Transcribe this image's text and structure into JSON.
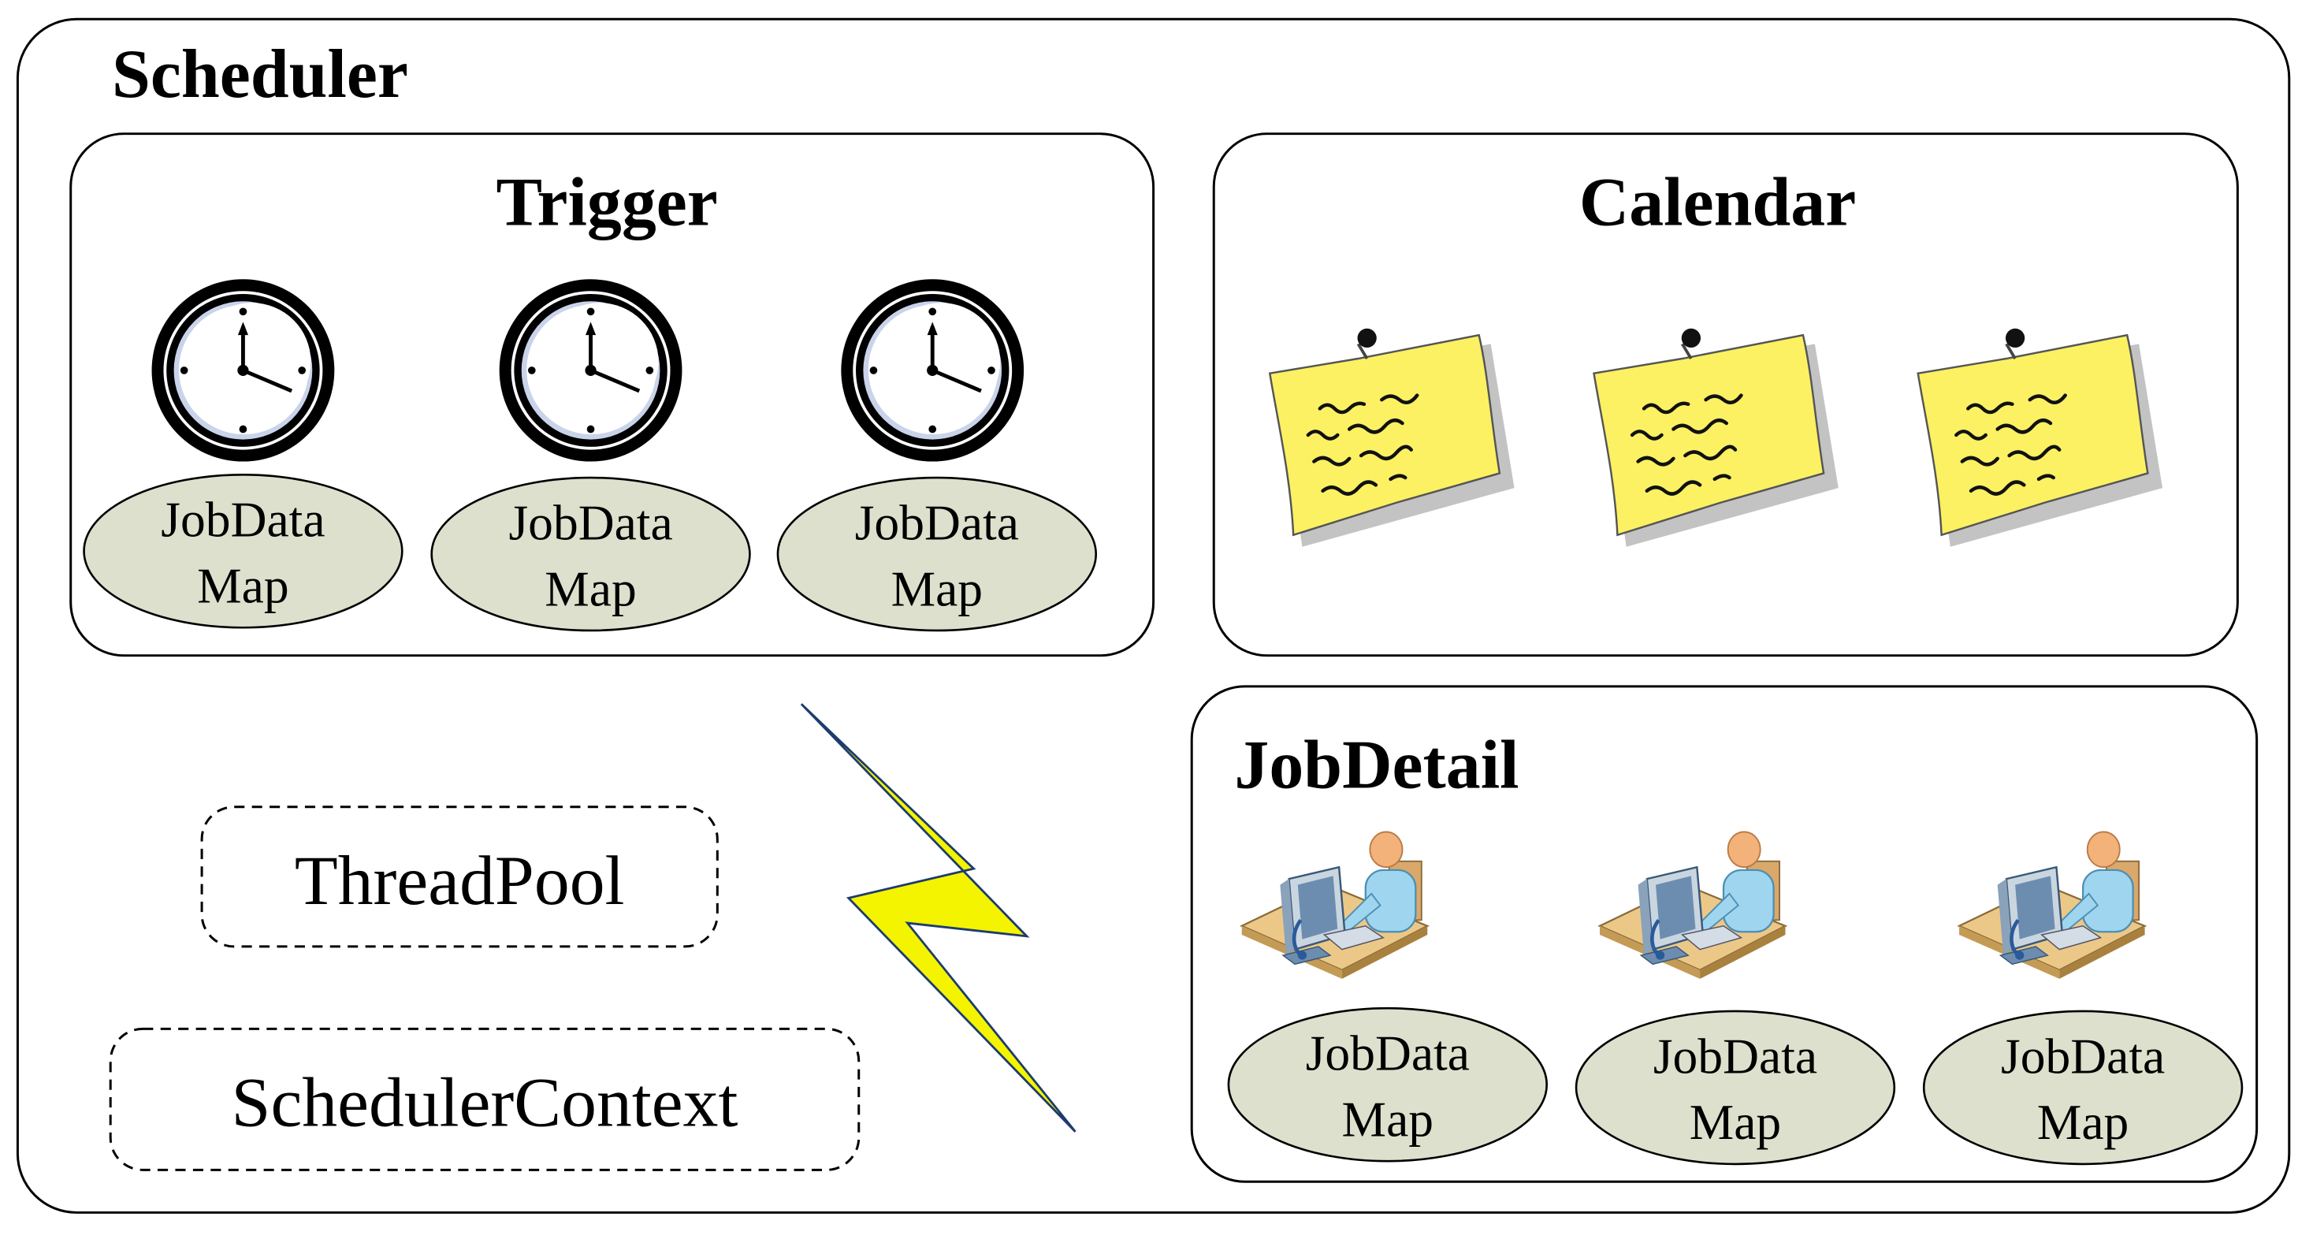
{
  "scheduler": {
    "title": "Scheduler"
  },
  "trigger": {
    "title": "Trigger",
    "items": [
      {
        "icon": "clock-icon",
        "map_line1": "JobData",
        "map_line2": "Map"
      },
      {
        "icon": "clock-icon",
        "map_line1": "JobData",
        "map_line2": "Map"
      },
      {
        "icon": "clock-icon",
        "map_line1": "JobData",
        "map_line2": "Map"
      }
    ]
  },
  "calendar": {
    "title": "Calendar",
    "items": [
      {
        "icon": "sticky-note-icon"
      },
      {
        "icon": "sticky-note-icon"
      },
      {
        "icon": "sticky-note-icon"
      }
    ]
  },
  "jobdetail": {
    "title": "JobDetail",
    "items": [
      {
        "icon": "worker-at-computer-icon",
        "map_line1": "JobData",
        "map_line2": "Map"
      },
      {
        "icon": "worker-at-computer-icon",
        "map_line1": "JobData",
        "map_line2": "Map"
      },
      {
        "icon": "worker-at-computer-icon",
        "map_line1": "JobData",
        "map_line2": "Map"
      }
    ]
  },
  "threadpool": {
    "label": "ThreadPool"
  },
  "schedulercontext": {
    "label": "SchedulerContext"
  },
  "lightning": {
    "icon": "lightning-bolt-icon"
  },
  "colors": {
    "ellipse_fill": "#dde0cc",
    "note_fill": "#fbf163",
    "bolt_fill": "#f4f400",
    "clock_face": "#ffffff",
    "clock_shade": "#c9d3ea"
  }
}
